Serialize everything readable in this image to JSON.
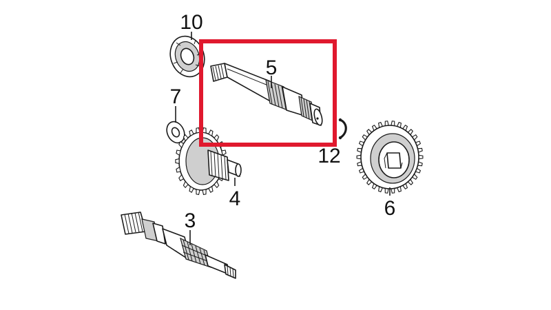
{
  "diagram": {
    "highlight_color": "#e0192e",
    "highlighted_part": "5",
    "parts": [
      {
        "id": "p10",
        "label": "10",
        "icon": "bearing-icon"
      },
      {
        "id": "p5",
        "label": "5",
        "icon": "shaft-icon"
      },
      {
        "id": "p7",
        "label": "7",
        "icon": "washer-icon"
      },
      {
        "id": "p12",
        "label": "12",
        "icon": "circlip-icon"
      },
      {
        "id": "p4",
        "label": "4",
        "icon": "gear-shaft-icon"
      },
      {
        "id": "p6",
        "label": "6",
        "icon": "gear-icon"
      },
      {
        "id": "p3",
        "label": "3",
        "icon": "drive-shaft-icon"
      }
    ]
  }
}
